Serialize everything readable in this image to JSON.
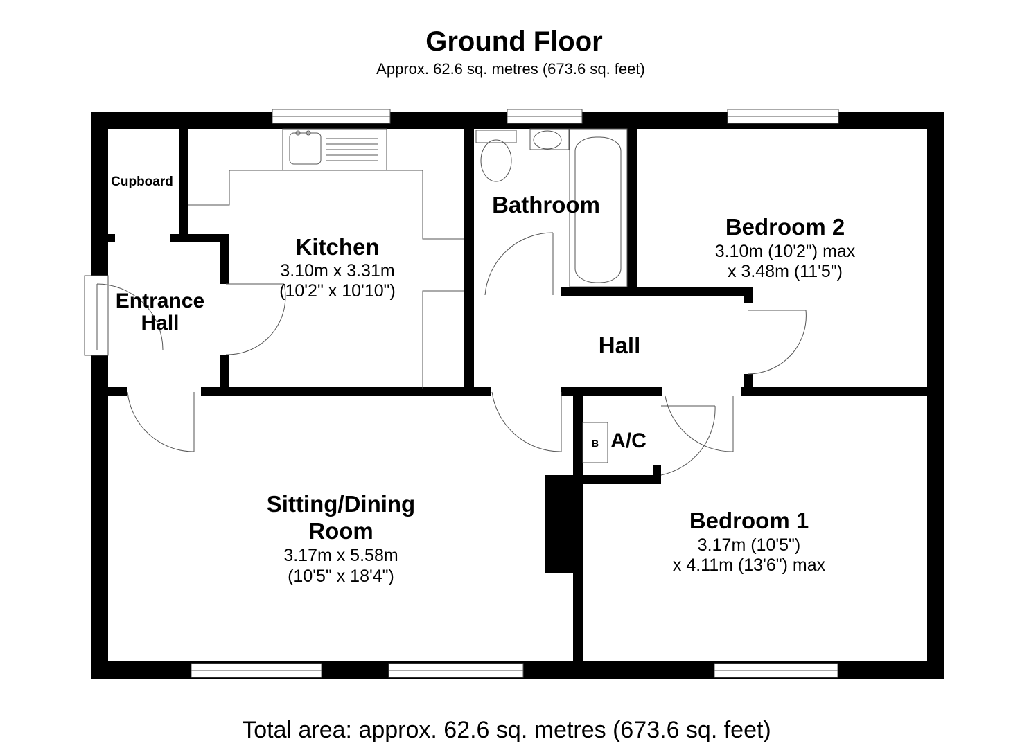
{
  "header": {
    "title": "Ground Floor",
    "subtitle": "Approx. 62.6 sq. metres (673.6 sq. feet)"
  },
  "rooms": {
    "cupboard": {
      "name": "Cupboard"
    },
    "entrance_hall": {
      "name_line1": "Entrance",
      "name_line2": "Hall"
    },
    "kitchen": {
      "name": "Kitchen",
      "dim_line1": "3.10m x 3.31m",
      "dim_line2": "(10'2\" x 10'10\")"
    },
    "bathroom": {
      "name": "Bathroom"
    },
    "bedroom2": {
      "name": "Bedroom 2",
      "dim_line1": "3.10m (10'2\") max",
      "dim_line2": "x 3.48m (11'5\")"
    },
    "hall": {
      "name": "Hall"
    },
    "airing_cupboard": {
      "name": "A/C",
      "boiler_label": "B"
    },
    "sitting_dining": {
      "name_line1": "Sitting/Dining",
      "name_line2": "Room",
      "dim_line1": "3.17m x 5.58m",
      "dim_line2": "(10'5\" x 18'4\")"
    },
    "bedroom1": {
      "name": "Bedroom 1",
      "dim_line1": "3.17m (10'5\")",
      "dim_line2": "x 4.11m (13'6\") max"
    }
  },
  "footer": {
    "total": "Total area: approx. 62.6 sq. metres (673.6 sq. feet)"
  },
  "colors": {
    "wall": "#000000",
    "line": "#555555",
    "background": "#ffffff"
  }
}
